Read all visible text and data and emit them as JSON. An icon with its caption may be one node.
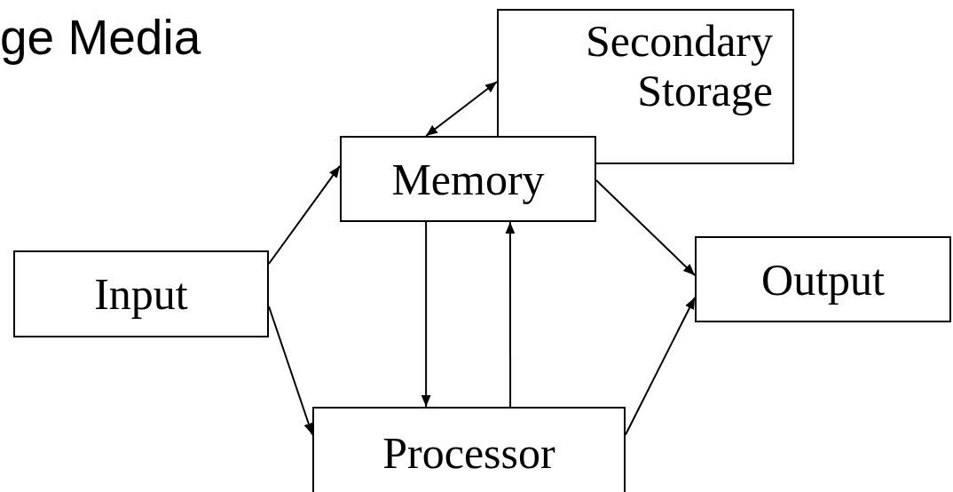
{
  "diagram": {
    "nodes": [
      {
        "text": [
          "Secondary Storage"
        ]
      },
      {
        "text": [
          "Memory"
        ]
      },
      {
        "text": [
          "Input"
        ]
      },
      {
        "text": [
          "Output"
        ]
      },
      {
        "text": [
          "Processor"
        ]
      }
    ],
    "edges": [
      {
        "from": 1,
        "to": 0,
        "arrow": "both"
      },
      {
        "from": 2,
        "to": 1,
        "arrow": "to"
      },
      {
        "from": 2,
        "to": 4,
        "arrow": "to"
      },
      {
        "from": 1,
        "to": 4,
        "arrow": "to"
      },
      {
        "from": 4,
        "to": 1,
        "arrow": "to"
      },
      {
        "from": 1,
        "to": 3,
        "arrow": "to"
      },
      {
        "from": 4,
        "to": 3,
        "arrow": "to"
      }
    ],
    "labels": [
      "ge Media"
    ]
  }
}
